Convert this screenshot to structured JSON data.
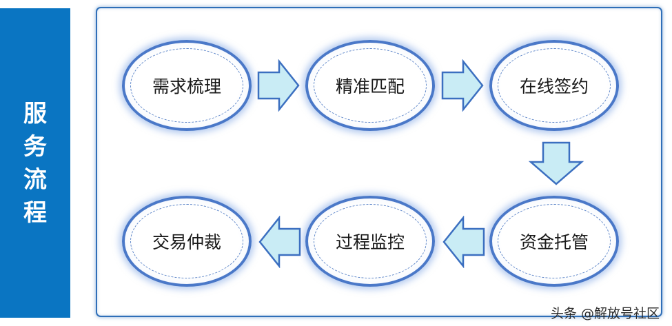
{
  "side_title": "服务流程",
  "steps": [
    {
      "label": "需求梳理"
    },
    {
      "label": "精准匹配"
    },
    {
      "label": "在线签约"
    },
    {
      "label": "资金托管"
    },
    {
      "label": "过程监控"
    },
    {
      "label": "交易仲裁"
    }
  ],
  "watermark": "头条 @解放号社区",
  "colors": {
    "band": "#0a75c2",
    "panel_border": "#2f6fb8",
    "node_border": "#4a78c8",
    "arrow_fill": "#c9ecf5",
    "arrow_stroke": "#3b6fc0"
  }
}
